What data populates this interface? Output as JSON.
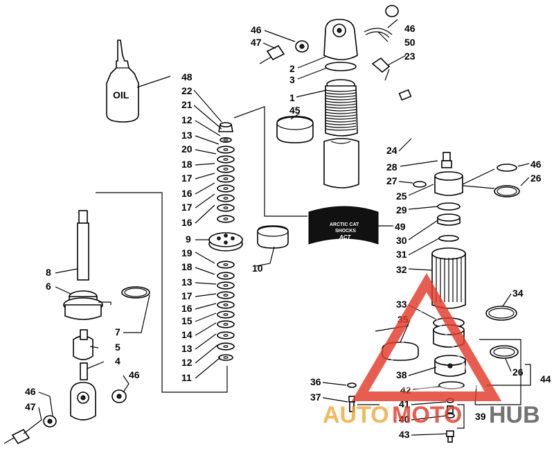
{
  "oil_bottle": {
    "text": "OIL"
  },
  "decal": {
    "line1": "ARCTIC CAT",
    "line2": "SHOCKS",
    "logo": "ACT"
  },
  "callouts": [
    {
      "id": "c46a",
      "text": "46"
    },
    {
      "id": "c47a",
      "text": "47"
    },
    {
      "id": "c2",
      "text": "2"
    },
    {
      "id": "c3",
      "text": "3"
    },
    {
      "id": "c1",
      "text": "1"
    },
    {
      "id": "c45",
      "text": "45"
    },
    {
      "id": "c46b",
      "text": "46"
    },
    {
      "id": "c50",
      "text": "50"
    },
    {
      "id": "c23",
      "text": "23"
    },
    {
      "id": "c48",
      "text": "48"
    },
    {
      "id": "c22",
      "text": "22"
    },
    {
      "id": "c21",
      "text": "21"
    },
    {
      "id": "c12a",
      "text": "12"
    },
    {
      "id": "c13a",
      "text": "13"
    },
    {
      "id": "c20",
      "text": "20"
    },
    {
      "id": "c18a",
      "text": "18"
    },
    {
      "id": "c17a",
      "text": "17"
    },
    {
      "id": "c16a",
      "text": "16"
    },
    {
      "id": "c17b",
      "text": "17"
    },
    {
      "id": "c16b",
      "text": "16"
    },
    {
      "id": "c9",
      "text": "9"
    },
    {
      "id": "c19",
      "text": "19"
    },
    {
      "id": "c18b",
      "text": "18"
    },
    {
      "id": "c13b",
      "text": "13"
    },
    {
      "id": "c17c",
      "text": "17"
    },
    {
      "id": "c16c",
      "text": "16"
    },
    {
      "id": "c15",
      "text": "15"
    },
    {
      "id": "c14",
      "text": "14"
    },
    {
      "id": "c13c",
      "text": "13"
    },
    {
      "id": "c12b",
      "text": "12"
    },
    {
      "id": "c11",
      "text": "11"
    },
    {
      "id": "c10",
      "text": "10"
    },
    {
      "id": "c8",
      "text": "8"
    },
    {
      "id": "c6",
      "text": "6"
    },
    {
      "id": "c7",
      "text": "7"
    },
    {
      "id": "c5",
      "text": "5"
    },
    {
      "id": "c4",
      "text": "4"
    },
    {
      "id": "c46c",
      "text": "46"
    },
    {
      "id": "c46d",
      "text": "46"
    },
    {
      "id": "c47b",
      "text": "47"
    },
    {
      "id": "c24",
      "text": "24"
    },
    {
      "id": "c28",
      "text": "28"
    },
    {
      "id": "c46e",
      "text": "46"
    },
    {
      "id": "c27",
      "text": "27"
    },
    {
      "id": "c26a",
      "text": "26"
    },
    {
      "id": "c25",
      "text": "25"
    },
    {
      "id": "c29",
      "text": "29"
    },
    {
      "id": "c49",
      "text": "49"
    },
    {
      "id": "c30",
      "text": "30"
    },
    {
      "id": "c31",
      "text": "31"
    },
    {
      "id": "c32",
      "text": "32"
    },
    {
      "id": "c34",
      "text": "34"
    },
    {
      "id": "c33",
      "text": "33"
    },
    {
      "id": "c35",
      "text": "35"
    },
    {
      "id": "c26b",
      "text": "26"
    },
    {
      "id": "c44",
      "text": "44"
    },
    {
      "id": "c38",
      "text": "38"
    },
    {
      "id": "c36",
      "text": "36"
    },
    {
      "id": "c42",
      "text": "42"
    },
    {
      "id": "c37",
      "text": "37"
    },
    {
      "id": "c41",
      "text": "41"
    },
    {
      "id": "c40",
      "text": "40"
    },
    {
      "id": "c39",
      "text": "39"
    },
    {
      "id": "c43",
      "text": "43"
    }
  ],
  "watermark": {
    "part1": "AUTO",
    "part2": "MOTO",
    "part3": "HUB",
    "color_red": "#e23b2a",
    "color_gold": "#f0a93a",
    "color_gray": "#555555"
  }
}
